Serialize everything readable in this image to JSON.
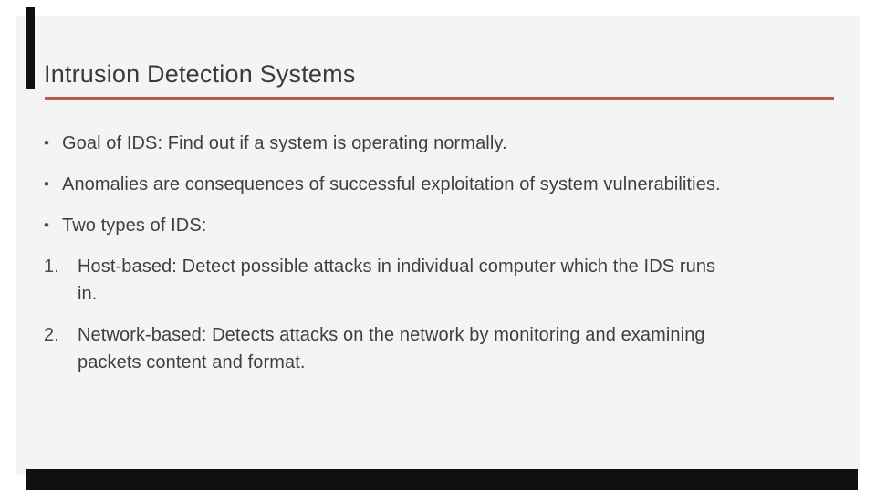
{
  "slide": {
    "title": "Intrusion Detection Systems",
    "accent_color": "#b85c47",
    "background_color": "#f4f4f5",
    "bullet_glyph": "•",
    "bullets": [
      {
        "text": "Goal of IDS: Find out if a system is operating normally."
      },
      {
        "text": "Anomalies are consequences of successful exploitation of system vulnerabilities."
      },
      {
        "text": "Two types of IDS:"
      }
    ],
    "numbered_items": [
      {
        "number": "1.",
        "lines": {
          "0": "Host-based: Detect possible attacks in individual computer which the IDS runs",
          "1": "in."
        }
      },
      {
        "number": "2.",
        "lines": {
          "0": "Network-based: Detects attacks on the network by monitoring and examining",
          "1": "packets content and format."
        }
      }
    ]
  }
}
